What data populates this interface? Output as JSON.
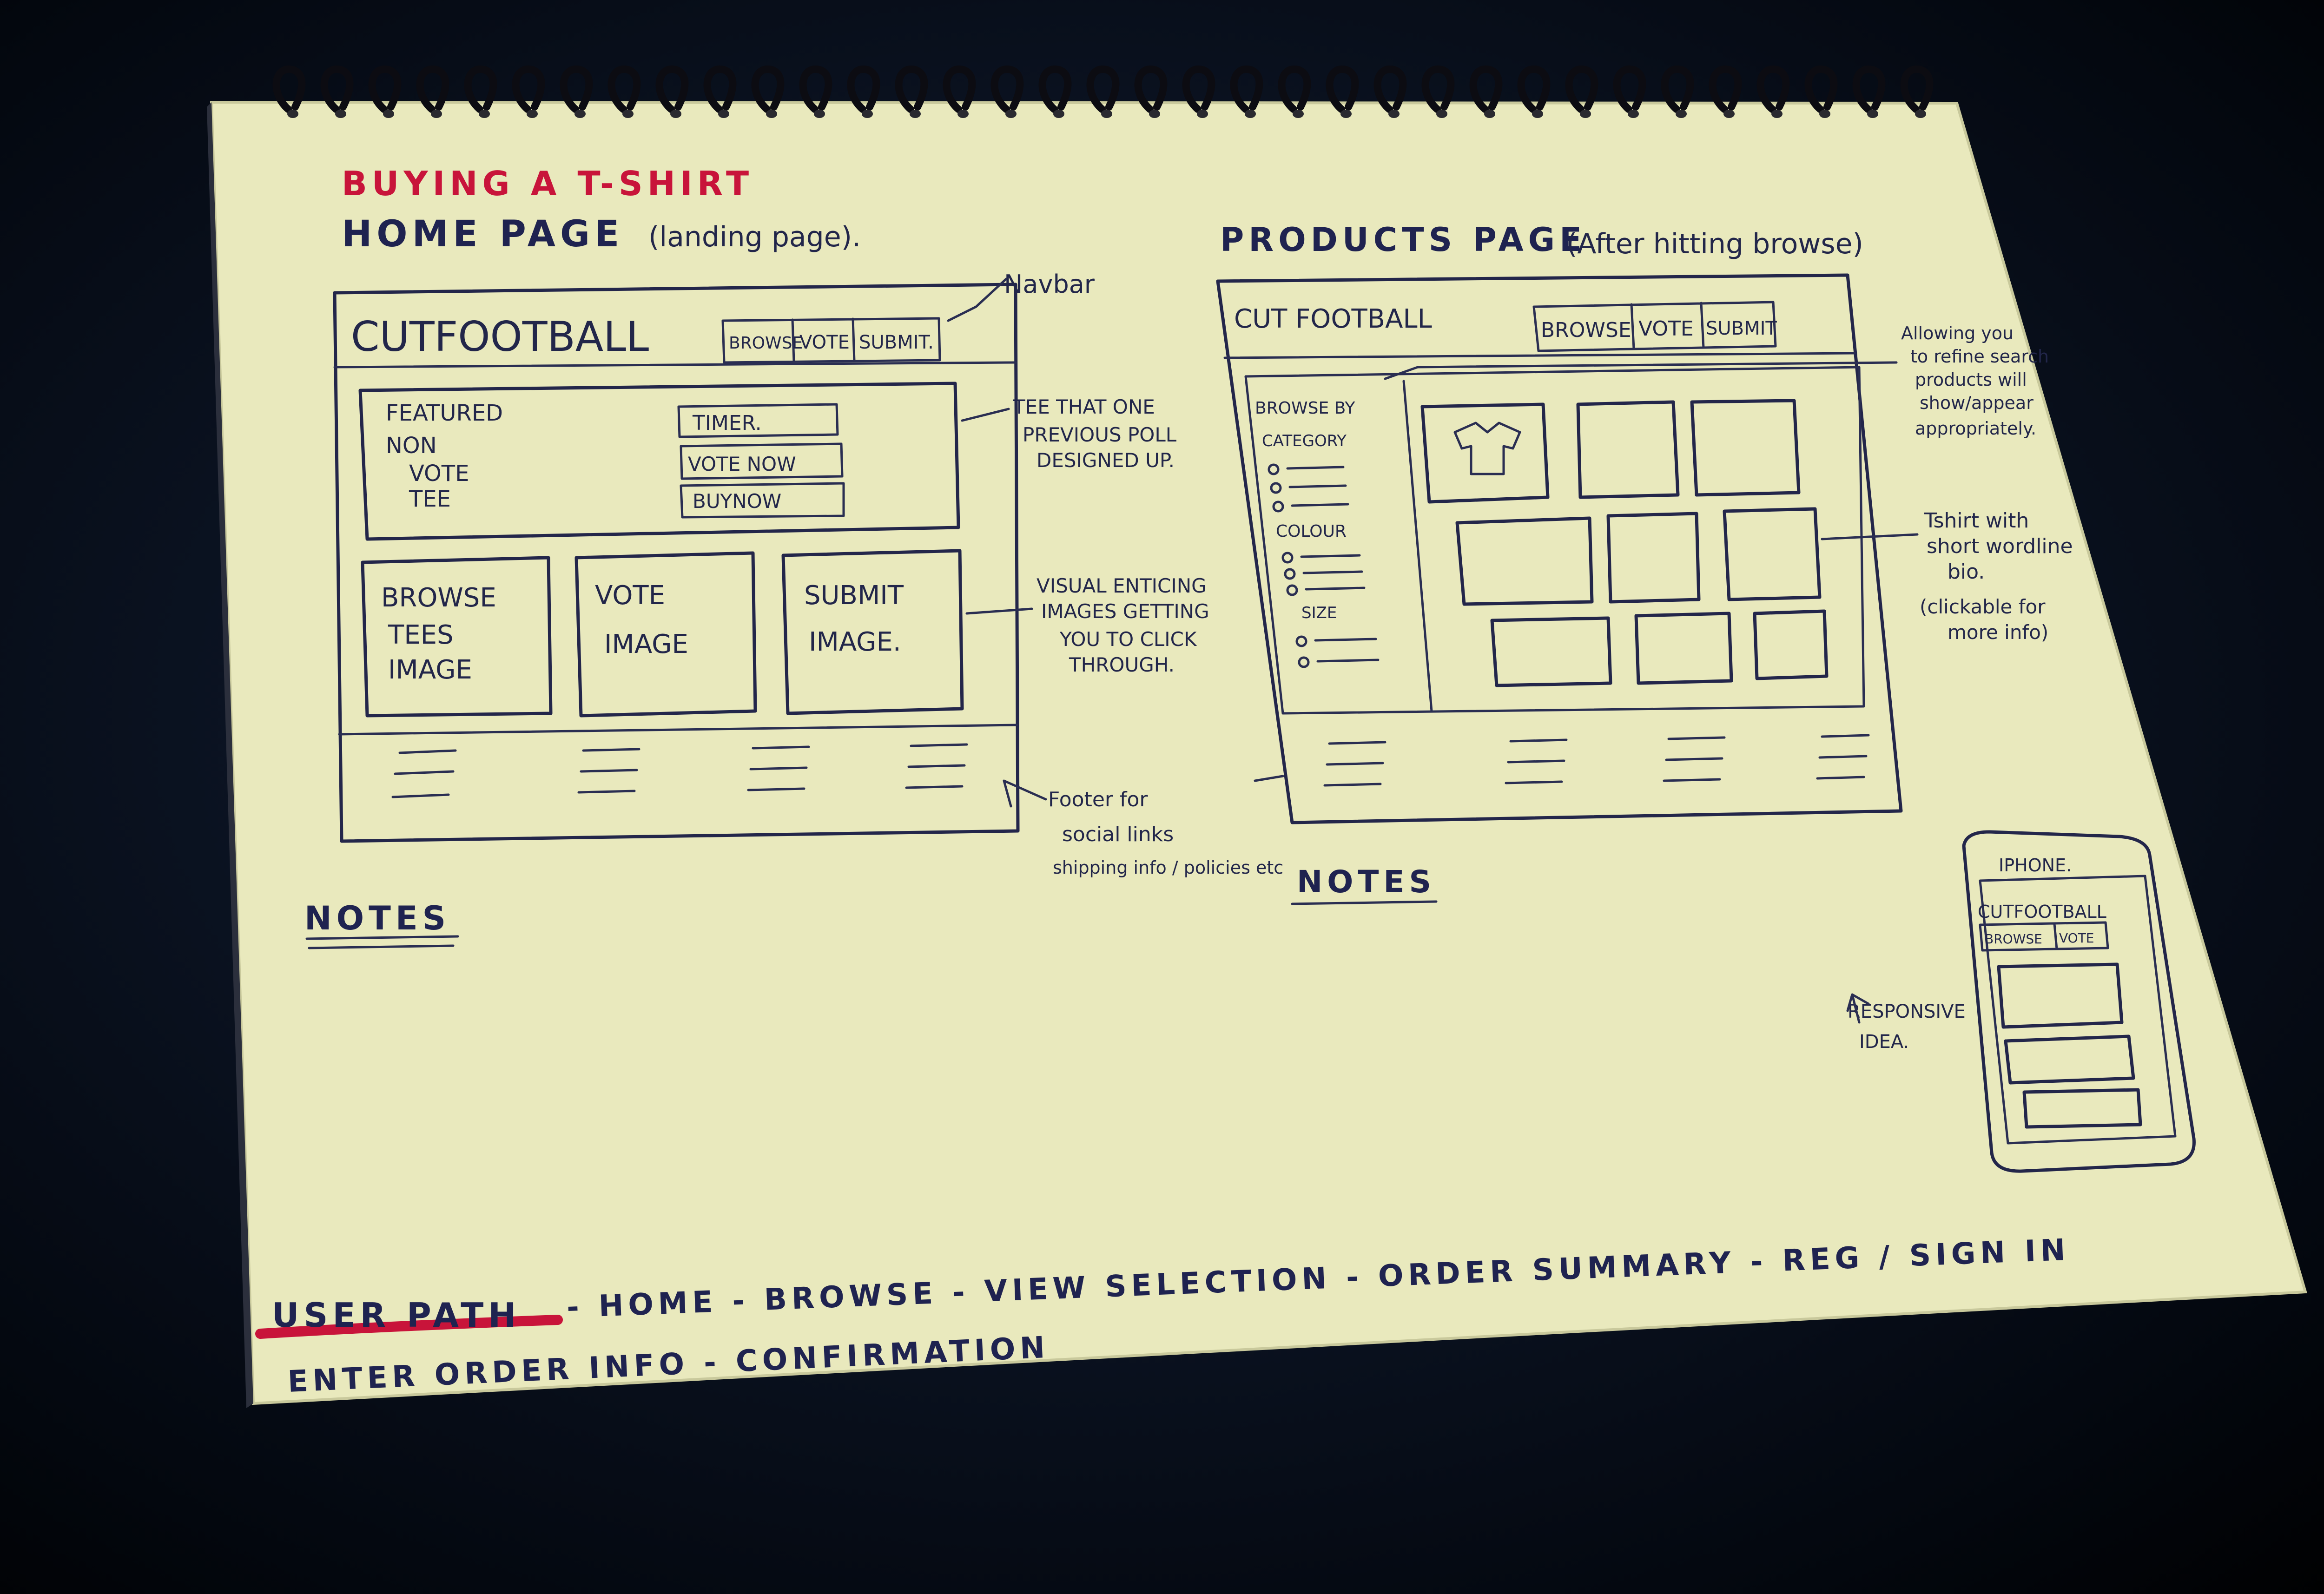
{
  "title": "BUYING A T-SHIRT",
  "home": {
    "heading": "HOME PAGE",
    "subheading": "(landing page).",
    "logo": "CUTFOOTBALL",
    "nav": [
      "BROWSE",
      "VOTE",
      "SUBMIT."
    ],
    "featured": [
      "FEATURED",
      "NON",
      "VOTE",
      "TEE"
    ],
    "buttons": [
      "TIMER.",
      "VOTE NOW",
      "BUYNOW"
    ],
    "tiles": [
      [
        "BROWSE",
        "TEES",
        "IMAGE"
      ],
      [
        "VOTE",
        "IMAGE"
      ],
      [
        "SUBMIT",
        "IMAGE."
      ]
    ],
    "notes_label": "NOTES"
  },
  "home_annotations": {
    "navbar": "Navbar",
    "poll": [
      "TEE THAT ONE",
      "PREVIOUS POLL",
      "DESIGNED UP."
    ],
    "visual": [
      "VISUAL ENTICING",
      "IMAGES GETTING",
      "YOU TO CLICK",
      "THROUGH."
    ],
    "footer": [
      "Footer for",
      "social links",
      "shipping info / policies etc"
    ]
  },
  "products": {
    "heading": "PRODUCTS PAGE",
    "subheading": "(After hitting browse)",
    "logo": "CUT FOOTBALL",
    "nav": [
      "BROWSE",
      "VOTE",
      "SUBMIT"
    ],
    "filters": {
      "title": "BROWSE BY",
      "groups": [
        "CATEGORY",
        "COLOUR",
        "SIZE"
      ]
    },
    "notes_label": "NOTES"
  },
  "products_annotations": {
    "filter": [
      "Allowing you",
      "to refine search",
      "products will",
      "show/appear",
      "appropriately."
    ],
    "tshirt": [
      "Tshirt with",
      "short wordline",
      "bio.",
      "(clickable for",
      "more info)"
    ]
  },
  "iphone": {
    "label": "IPHONE.",
    "logo": "CUTFOOTBALL",
    "nav": [
      "BROWSE",
      "VOTE"
    ],
    "annotation": [
      "RESPONSIVE",
      "IDEA."
    ]
  },
  "user_path": {
    "label": "USER PATH",
    "line1": "- HOME - BROWSE - VIEW SELECTION - ORDER SUMMARY - REG / SIGN IN",
    "line2": "ENTER ORDER INFO - CONFIRMATION"
  },
  "colors": {
    "paper": "#e9e9bd",
    "ink": "#23264a",
    "title_red": "#c8143a",
    "background": "#07101c"
  }
}
